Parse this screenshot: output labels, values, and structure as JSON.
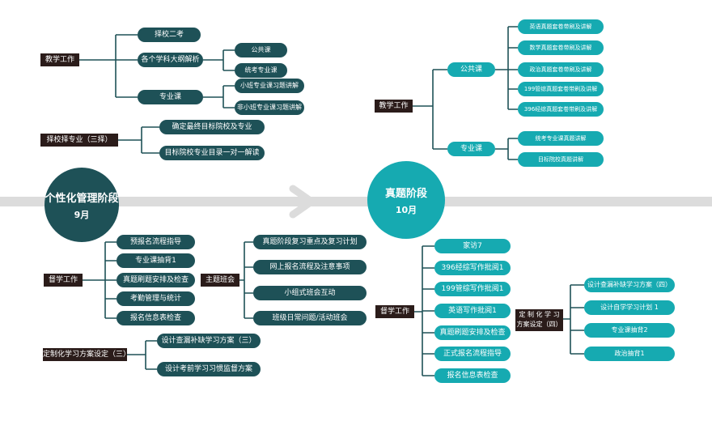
{
  "stage1": {
    "title": "个性化管理阶段",
    "month": "9月",
    "teaching": {
      "label": "教学工作",
      "items": [
        "择校二考",
        "各个学科大纲解析",
        "专业课"
      ],
      "syllabus_sub": [
        "公共课",
        "统考专业课"
      ],
      "major_sub": [
        "小班专业课习题讲解",
        "非小班专业课习题讲解"
      ]
    },
    "school_choice": {
      "label": "择校择专业（三择）",
      "items": [
        "确定最终目标院校及专业",
        "目标院校专业目录一对一解读"
      ]
    },
    "supervision": {
      "label": "督学工作",
      "items": [
        "预报名流程指导",
        "专业课抽背1",
        "真题刷题安排及检查",
        "考勤管理与统计",
        "报名信息表检查"
      ]
    },
    "theme_meeting": {
      "label": "主题班会",
      "items": [
        "真题阶段复习重点及复习计划",
        "网上报名流程及注意事项",
        "小组式班会互动",
        "班级日常问题/活动班会"
      ]
    },
    "custom_plan": {
      "label": "定制化学习方案设定（三）",
      "items": [
        "设计查漏补缺学习方案（三）",
        "设计考前学习习惯监督方案"
      ]
    }
  },
  "stage2": {
    "title": "真题阶段",
    "month": "10月",
    "teaching": {
      "label": "教学工作",
      "items": [
        "公共课",
        "专业课"
      ],
      "public_sub": [
        "英语真题套卷带刷及讲解",
        "数学真题套卷带刷及讲解",
        "政治真题套卷带刷及讲解",
        "199管综真题套卷带刷及讲解",
        "396经综真题套卷带刷及讲解"
      ],
      "major_sub": [
        "统考专业课真题讲解",
        "目标院校真题讲解"
      ]
    },
    "supervision": {
      "label": "督学工作",
      "items": [
        "家访7",
        "396经综写作批阅1",
        "199管综写作批阅1",
        "英语写作批阅1",
        "真题刷题安排及检查",
        "正式报名流程指导",
        "报名信息表检查"
      ]
    },
    "custom_plan": {
      "label_line1": "定 制 化 学 习",
      "label_line2": "方案设定（四）",
      "items": [
        "设计查漏补缺学习方案（四）",
        "设计自学学习计划 1",
        "专业课抽背2",
        "政治抽背1"
      ]
    }
  },
  "colors": {
    "dark": "#1e5157",
    "teal": "#16aab1",
    "label": "#2b1c1a",
    "band": "#dcdcdc"
  }
}
